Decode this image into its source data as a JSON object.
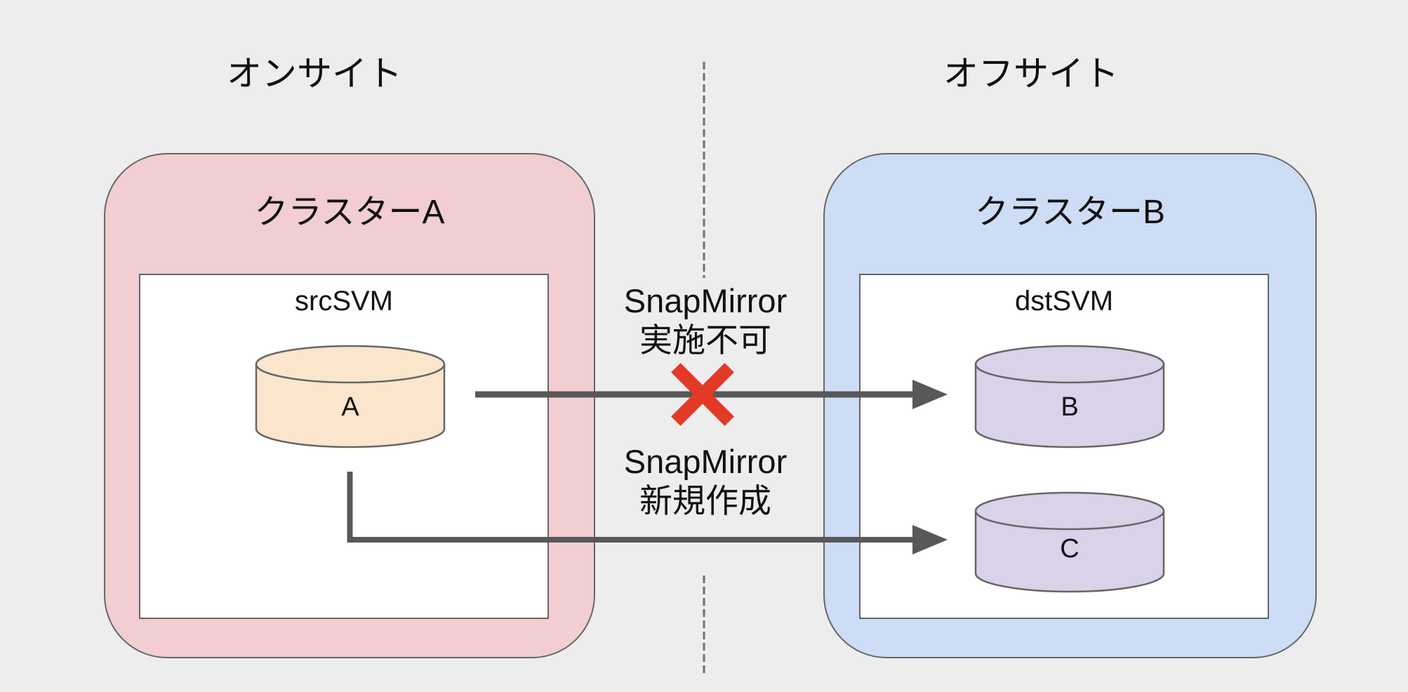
{
  "titles": {
    "left": "オンサイト",
    "right": "オフサイト"
  },
  "clusters": {
    "a": {
      "label": "クラスターA",
      "svm": "srcSVM",
      "volumes": [
        {
          "label": "A"
        }
      ]
    },
    "b": {
      "label": "クラスターB",
      "svm": "dstSVM",
      "volumes": [
        {
          "label": "B"
        },
        {
          "label": "C"
        }
      ]
    }
  },
  "arrows": [
    {
      "from": "A",
      "to": "B",
      "line1": "SnapMirror",
      "line2": "実施不可",
      "blocked": true
    },
    {
      "from": "A",
      "to": "C",
      "line1": "SnapMirror",
      "line2": "新規作成",
      "blocked": false
    }
  ],
  "colors": {
    "background": "#eeedee",
    "cluster_a_fill": "#f2cdd2",
    "cluster_b_fill": "#cdddf6",
    "volume_a_fill": "#fce5cd",
    "volume_bc_fill": "#d9d2e9",
    "box_border": "#666666",
    "white": "#ffffff",
    "arrow": "#58585a",
    "x_red": "#e23a26",
    "dash": "#707070",
    "text": "#111111"
  }
}
